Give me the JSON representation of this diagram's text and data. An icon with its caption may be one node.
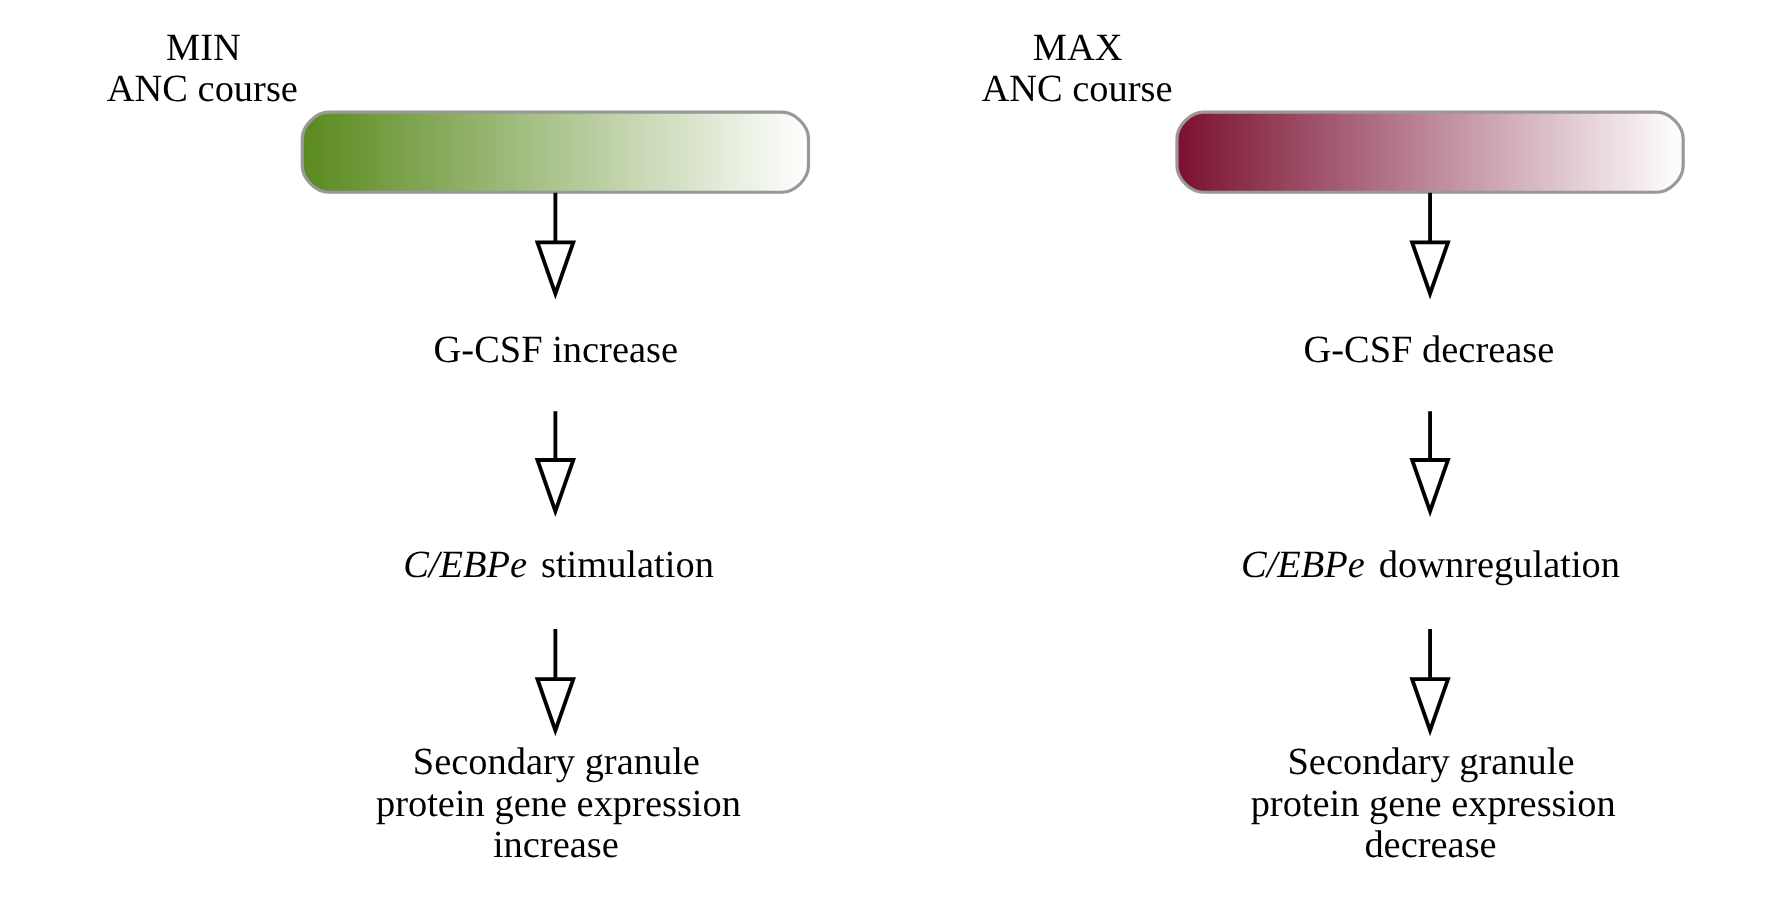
{
  "diagram": {
    "nodes": [
      {
        "text": [],
        "shape": "picture",
        "beside": [
          "MIN",
          "ANC course"
        ]
      },
      {
        "text": [
          "G-CSF increase"
        ]
      },
      {
        "text": [
          "*C/EBPe* stimulation"
        ]
      },
      {
        "text": [
          "Secondary granule protein gene expression increase"
        ]
      },
      {
        "text": [],
        "shape": "picture",
        "beside": [
          "MAX",
          "ANC course"
        ]
      },
      {
        "text": [
          "G-CSF decrease"
        ]
      },
      {
        "text": [
          "*C/EBPe* downregulation"
        ]
      },
      {
        "text": [
          "Secondary granule protein gene expression decrease"
        ]
      }
    ],
    "edges": [
      {
        "from": 0,
        "to": 1,
        "arrow": "to"
      },
      {
        "from": 1,
        "to": 2,
        "arrow": "to"
      },
      {
        "from": 2,
        "to": 3,
        "arrow": "to"
      },
      {
        "from": 4,
        "to": 5,
        "arrow": "to"
      },
      {
        "from": 5,
        "to": 6,
        "arrow": "to"
      },
      {
        "from": 6,
        "to": 7,
        "arrow": "to"
      }
    ]
  }
}
